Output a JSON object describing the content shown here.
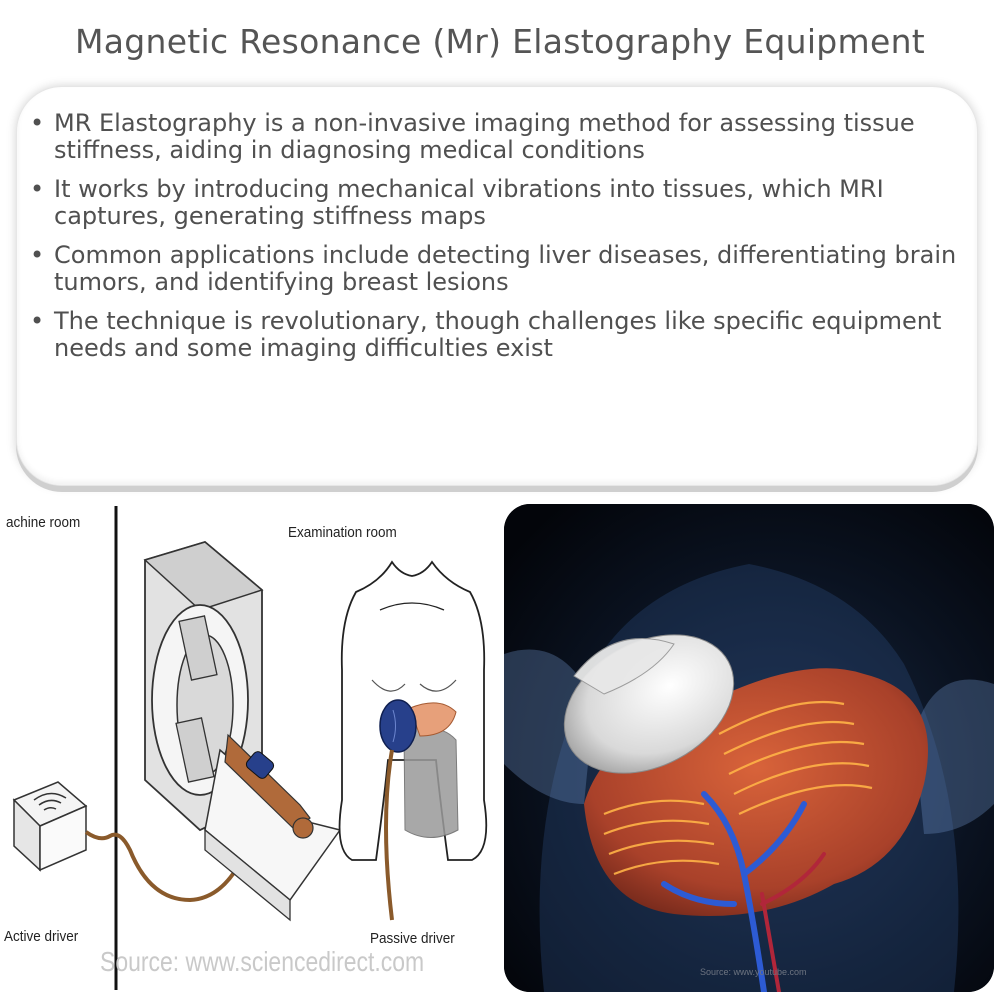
{
  "title": "Magnetic Resonance (Mr) Elastography Equipment",
  "bullets": [
    "MR Elastography is a non-invasive imaging method for assessing tissue stiffness, aiding in diagnosing medical conditions",
    "It works by introducing mechanical vibrations into tissues, which MRI captures, generating stiffness maps",
    "Common applications include detecting liver diseases, differentiating brain tumors, and identifying breast lesions",
    "The technique is revolutionary, though challenges like specific equipment needs and some imaging difficulties exist"
  ],
  "bullet_glyph": "•",
  "diagram": {
    "machine_room": "achine room",
    "examination_room": "Examination room",
    "active_driver": "Active driver",
    "passive_driver": "Passive driver",
    "source": "Source: www.sciencedirect.com"
  },
  "render": {
    "source": "Source: www.youtube.com"
  },
  "colors": {
    "title": "#555555",
    "text": "#505050",
    "tube": "#8a5a2b",
    "driver_blue": "#27408b",
    "organ_red": "#b5472a",
    "wave_orange": "#ffb347"
  }
}
